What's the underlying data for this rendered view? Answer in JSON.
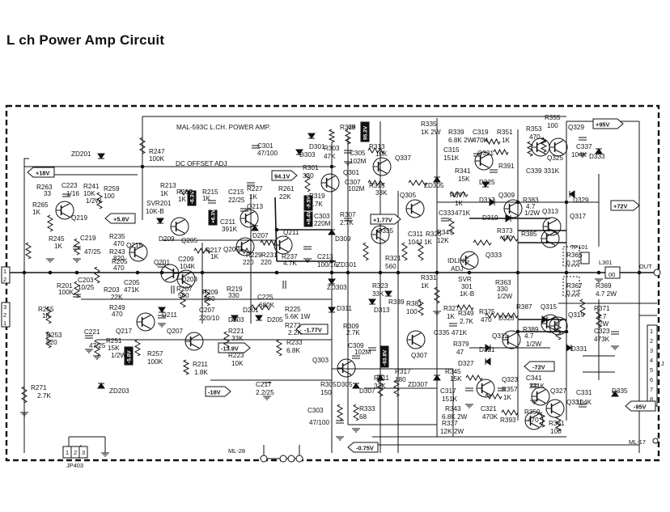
{
  "title": "L ch Power Amp Circuit",
  "colors": {
    "ink": "#111111",
    "paper": "#ffffff"
  },
  "board": {
    "label": "MAL-593C  L.CH. POWER AMP.",
    "section": "DC OFFSET ADJ",
    "idling": [
      "IDLING",
      "ADJ"
    ]
  },
  "connectors": {
    "left_top": [
      "1",
      "2"
    ],
    "left_bottom": [
      "3",
      "2",
      "1"
    ],
    "right": [
      "1",
      "2",
      "3",
      "4",
      "5",
      "6",
      "7",
      "8"
    ],
    "right_letter": "J",
    "jp403_pins": [
      "1",
      "2",
      "3"
    ],
    "jp403_label": "JP403",
    "ml28": "ML-28",
    "ml17": "ML-17",
    "out": "OUT",
    "l301": [
      "L301",
      "00"
    ],
    "tp101": "TP101"
  },
  "voltages": {
    "p18": "+18V",
    "p58": "+5.8V",
    "m58": "-5.8V",
    "p94": "94.1V",
    "p177": "+1.77V",
    "m177": "-1.77V",
    "m139": "-13.9V",
    "m18": "-18V",
    "m938": "-93.8V",
    "p95": "+95V",
    "p72": "+72V",
    "m72": "-72V",
    "m95": "-95V",
    "m075": "-0.75V",
    "p953": "95.3V",
    "p63": "+6.3V",
    "m63": "-6.3V",
    "p84": "+8.4V",
    "m85": "-8.5V"
  },
  "labels": [
    {
      "id": "zd201",
      "text": "ZD201"
    },
    {
      "id": "r247",
      "text": "R247"
    },
    {
      "id": "r247v",
      "text": "100K"
    },
    {
      "id": "r263",
      "text": "R263"
    },
    {
      "id": "r263v",
      "text": "33"
    },
    {
      "id": "c223",
      "text": "C223"
    },
    {
      "id": "c223v",
      "text": "1/16"
    },
    {
      "id": "r241",
      "text": "R241"
    },
    {
      "id": "r241v",
      "text": "10K"
    },
    {
      "id": "r241w",
      "text": "1/2W"
    },
    {
      "id": "r259",
      "text": "R259"
    },
    {
      "id": "r259v",
      "text": "100"
    },
    {
      "id": "r265",
      "text": "R265"
    },
    {
      "id": "r265v",
      "text": "1K"
    },
    {
      "id": "q219",
      "text": "Q219"
    },
    {
      "id": "r245",
      "text": "R245"
    },
    {
      "id": "r245v",
      "text": "1K"
    },
    {
      "id": "c219",
      "text": "C219"
    },
    {
      "id": "c219v",
      "text": "47/25"
    },
    {
      "id": "r235",
      "text": "R235"
    },
    {
      "id": "r235v",
      "text": "470"
    },
    {
      "id": "r243",
      "text": "R243"
    },
    {
      "id": "r243v",
      "text": "820"
    },
    {
      "id": "q215",
      "text": "Q215"
    },
    {
      "id": "r205",
      "text": "R205"
    },
    {
      "id": "r205v",
      "text": "470"
    },
    {
      "id": "r201",
      "text": "R201"
    },
    {
      "id": "r201v",
      "text": "100K"
    },
    {
      "id": "c203",
      "text": "C203"
    },
    {
      "id": "c203v",
      "text": "10/25"
    },
    {
      "id": "r203",
      "text": "R203"
    },
    {
      "id": "r203v",
      "text": "22K"
    },
    {
      "id": "c205",
      "text": "C205"
    },
    {
      "id": "c205v",
      "text": "471K"
    },
    {
      "id": "r255",
      "text": "R255"
    },
    {
      "id": "r255v",
      "text": "1K"
    },
    {
      "id": "r249",
      "text": "R249"
    },
    {
      "id": "r249v",
      "text": "470"
    },
    {
      "id": "q217",
      "text": "Q217"
    },
    {
      "id": "d211",
      "text": "D211"
    },
    {
      "id": "r253",
      "text": "R253"
    },
    {
      "id": "r253v",
      "text": "820"
    },
    {
      "id": "c221",
      "text": "C221"
    },
    {
      "id": "c221v",
      "text": "47/25"
    },
    {
      "id": "r251",
      "text": "R251"
    },
    {
      "id": "r251v",
      "text": "15K"
    },
    {
      "id": "r251w",
      "text": "1/2W"
    },
    {
      "id": "r257",
      "text": "R257"
    },
    {
      "id": "r257v",
      "text": "100K"
    },
    {
      "id": "r271",
      "text": "R271"
    },
    {
      "id": "r271v",
      "text": "2.7K"
    },
    {
      "id": "zd203",
      "text": "ZD203"
    },
    {
      "id": "r213",
      "text": "R213"
    },
    {
      "id": "r213v",
      "text": "1K"
    },
    {
      "id": "r269",
      "text": "R269"
    },
    {
      "id": "r269v",
      "text": "1K"
    },
    {
      "id": "svr201",
      "text": "SVR201"
    },
    {
      "id": "svr201v",
      "text": "10K-B"
    },
    {
      "id": "r215",
      "text": "R215"
    },
    {
      "id": "r215v",
      "text": "1K"
    },
    {
      "id": "c215",
      "text": "C215"
    },
    {
      "id": "c215v",
      "text": "22/25"
    },
    {
      "id": "r227",
      "text": "R227"
    },
    {
      "id": "r227v",
      "text": "1K"
    },
    {
      "id": "r261",
      "text": "R261"
    },
    {
      "id": "r261v",
      "text": "22K"
    },
    {
      "id": "q213",
      "text": "Q213"
    },
    {
      "id": "d209",
      "text": "D209"
    },
    {
      "id": "q205",
      "text": "Q205"
    },
    {
      "id": "c211",
      "text": "C211"
    },
    {
      "id": "c211v",
      "text": "391K"
    },
    {
      "id": "d207",
      "text": "D207"
    },
    {
      "id": "q211",
      "text": "Q211"
    },
    {
      "id": "q209",
      "text": "Q209"
    },
    {
      "id": "r229",
      "text": "R229"
    },
    {
      "id": "r229v",
      "text": "220"
    },
    {
      "id": "r231",
      "text": "R231"
    },
    {
      "id": "r231v",
      "text": "220"
    },
    {
      "id": "r237",
      "text": "R237"
    },
    {
      "id": "r237v",
      "text": "4.7K"
    },
    {
      "id": "q201",
      "text": "Q201"
    },
    {
      "id": "c209",
      "text": "C209"
    },
    {
      "id": "c209v",
      "text": "104K"
    },
    {
      "id": "r217",
      "text": "R217"
    },
    {
      "id": "r217v",
      "text": "1K"
    },
    {
      "id": "q203",
      "text": "Q203"
    },
    {
      "id": "r207",
      "text": "R207"
    },
    {
      "id": "r207v",
      "text": "560"
    },
    {
      "id": "r209",
      "text": "R209"
    },
    {
      "id": "r209v",
      "text": "560"
    },
    {
      "id": "r219",
      "text": "R219"
    },
    {
      "id": "r219v",
      "text": "330"
    },
    {
      "id": "c225",
      "text": "C225"
    },
    {
      "id": "c225v",
      "text": "680K"
    },
    {
      "id": "c207",
      "text": "C207"
    },
    {
      "id": "c207v",
      "text": "220/10"
    },
    {
      "id": "d203",
      "text": "D203"
    },
    {
      "id": "d201",
      "text": "D201"
    },
    {
      "id": "d205",
      "text": "D205"
    },
    {
      "id": "r221",
      "text": "R221"
    },
    {
      "id": "r221v",
      "text": "33K"
    },
    {
      "id": "q207",
      "text": "Q207"
    },
    {
      "id": "r223",
      "text": "R223"
    },
    {
      "id": "r223v",
      "text": "10K"
    },
    {
      "id": "r211",
      "text": "R211"
    },
    {
      "id": "r211v",
      "text": "1.8K"
    },
    {
      "id": "r225",
      "text": "R225"
    },
    {
      "id": "r225v",
      "text": "5.6K 1W"
    },
    {
      "id": "r273",
      "text": "R273"
    },
    {
      "id": "r273v",
      "text": "2.2K"
    },
    {
      "id": "r233",
      "text": "R233"
    },
    {
      "id": "r233v",
      "text": "6.8K"
    },
    {
      "id": "c217",
      "text": "C217"
    },
    {
      "id": "c217v",
      "text": "2.2/25"
    },
    {
      "id": "c213",
      "text": "C213"
    },
    {
      "id": "c213v",
      "text": "100/16"
    },
    {
      "id": "c301",
      "text": "C301"
    },
    {
      "id": "c301v",
      "text": "47/100"
    },
    {
      "id": "d303",
      "text": "D303"
    },
    {
      "id": "d301",
      "text": "D301"
    },
    {
      "id": "r303",
      "text": "R303"
    },
    {
      "id": "r303v",
      "text": "47K"
    },
    {
      "id": "r329",
      "text": "R329"
    },
    {
      "id": "r329v",
      "text": "68"
    },
    {
      "id": "c305",
      "text": "C305"
    },
    {
      "id": "c305v",
      "text": "102M"
    },
    {
      "id": "r301",
      "text": "R301"
    },
    {
      "id": "r301v",
      "text": "330"
    },
    {
      "id": "q301",
      "text": "Q301"
    },
    {
      "id": "c307",
      "text": "C307"
    },
    {
      "id": "c307v",
      "text": "102M"
    },
    {
      "id": "r313",
      "text": "R313"
    },
    {
      "id": "r313v",
      "text": "10K"
    },
    {
      "id": "q337",
      "text": "Q337"
    },
    {
      "id": "r315",
      "text": "R315"
    },
    {
      "id": "r315v",
      "text": "33K"
    },
    {
      "id": "r319",
      "text": "R319"
    },
    {
      "id": "r319v",
      "text": "4.7K"
    },
    {
      "id": "r307",
      "text": "R307"
    },
    {
      "id": "r307v",
      "text": "2.7K"
    },
    {
      "id": "c303",
      "text": "C303"
    },
    {
      "id": "c303v",
      "text": "220M"
    },
    {
      "id": "d309",
      "text": "D309"
    },
    {
      "id": "q335",
      "text": "Q335"
    },
    {
      "id": "zd301",
      "text": "ZD301"
    },
    {
      "id": "zd303",
      "text": "ZD303"
    },
    {
      "id": "d311",
      "text": "D311"
    },
    {
      "id": "r321",
      "text": "R321"
    },
    {
      "id": "r321v",
      "text": "560"
    },
    {
      "id": "r323",
      "text": "R323"
    },
    {
      "id": "r323v",
      "text": "33K"
    },
    {
      "id": "d313",
      "text": "D313"
    },
    {
      "id": "r339b",
      "text": "R339"
    },
    {
      "id": "r309",
      "text": "R309"
    },
    {
      "id": "r309v",
      "text": "2.7K"
    },
    {
      "id": "c309",
      "text": "C309"
    },
    {
      "id": "c309v",
      "text": "102M"
    },
    {
      "id": "q303",
      "text": "Q303"
    },
    {
      "id": "r305",
      "text": "R305"
    },
    {
      "id": "r305v",
      "text": "150"
    },
    {
      "id": "d305",
      "text": "D305"
    },
    {
      "id": "d307",
      "text": "D307"
    },
    {
      "id": "r317",
      "text": "R317"
    },
    {
      "id": "r317v",
      "text": "180"
    },
    {
      "id": "r311",
      "text": "R311"
    },
    {
      "id": "r311v",
      "text": "33K"
    },
    {
      "id": "c303b",
      "text": "C303"
    },
    {
      "id": "c303bv",
      "text": "47/100"
    },
    {
      "id": "r333",
      "text": "R333"
    },
    {
      "id": "r333v",
      "text": "68"
    },
    {
      "id": "q307",
      "text": "Q307"
    },
    {
      "id": "zd307",
      "text": "ZD307"
    },
    {
      "id": "r335",
      "text": "R335"
    },
    {
      "id": "r335v",
      "text": "1K 2W"
    },
    {
      "id": "zd305",
      "text": "ZD305"
    },
    {
      "id": "q305",
      "text": "Q305"
    },
    {
      "id": "r339",
      "text": "R339"
    },
    {
      "id": "r339v",
      "text": "6.8K 2W"
    },
    {
      "id": "c319",
      "text": "C319"
    },
    {
      "id": "c319v",
      "text": "470K"
    },
    {
      "id": "r351",
      "text": "R351"
    },
    {
      "id": "r351v",
      "text": "1K"
    },
    {
      "id": "c315",
      "text": "C315"
    },
    {
      "id": "c315v",
      "text": "151K"
    },
    {
      "id": "q321",
      "text": "Q321"
    },
    {
      "id": "r341",
      "text": "R341"
    },
    {
      "id": "r341v",
      "text": "15K"
    },
    {
      "id": "d325",
      "text": "D325"
    },
    {
      "id": "r391",
      "text": "R391"
    },
    {
      "id": "r353",
      "text": "R353"
    },
    {
      "id": "r353v",
      "text": "470"
    },
    {
      "id": "r355",
      "text": "R355"
    },
    {
      "id": "r355v",
      "text": "100"
    },
    {
      "id": "q329",
      "text": "Q329"
    },
    {
      "id": "q325",
      "text": "Q325"
    },
    {
      "id": "c337",
      "text": "C337"
    },
    {
      "id": "c337v",
      "text": "104K"
    },
    {
      "id": "d333",
      "text": "D333"
    },
    {
      "id": "c339",
      "text": "C339"
    },
    {
      "id": "c339v",
      "text": "331K"
    },
    {
      "id": "r377",
      "text": "R377"
    },
    {
      "id": "r377v",
      "text": "1K"
    },
    {
      "id": "d317",
      "text": "D317"
    },
    {
      "id": "q309",
      "text": "Q309"
    },
    {
      "id": "r383",
      "text": "R383"
    },
    {
      "id": "r383v",
      "text": "4.7"
    },
    {
      "id": "r383w",
      "text": "1/2W"
    },
    {
      "id": "q313",
      "text": "Q313"
    },
    {
      "id": "q317",
      "text": "Q317"
    },
    {
      "id": "d329",
      "text": "D329"
    },
    {
      "id": "c333",
      "text": "C333"
    },
    {
      "id": "c333v",
      "text": "471K"
    },
    {
      "id": "d319",
      "text": "D319"
    },
    {
      "id": "r373",
      "text": "R373"
    },
    {
      "id": "r373v",
      "text": "470"
    },
    {
      "id": "r385",
      "text": "R385"
    },
    {
      "id": "r347",
      "text": "R347"
    },
    {
      "id": "r347v",
      "text": "12K"
    },
    {
      "id": "r325",
      "text": "R325"
    },
    {
      "id": "r325v",
      "text": "1K"
    },
    {
      "id": "c311",
      "text": "C311"
    },
    {
      "id": "c311v",
      "text": "104J"
    },
    {
      "id": "q333",
      "text": "Q333"
    },
    {
      "id": "r365",
      "text": "R365"
    },
    {
      "id": "r365v",
      "text": "0.22"
    },
    {
      "id": "r363",
      "text": "R363"
    },
    {
      "id": "r363v",
      "text": "330"
    },
    {
      "id": "r363w",
      "text": "1/2W"
    },
    {
      "id": "r367",
      "text": "R367"
    },
    {
      "id": "r367v",
      "text": "0.22"
    },
    {
      "id": "r369",
      "text": "R369"
    },
    {
      "id": "r369v",
      "text": "4.7 2W"
    },
    {
      "id": "r371",
      "text": "R371"
    },
    {
      "id": "r371v",
      "text": "4.7"
    },
    {
      "id": "r371w",
      "text": "2W"
    },
    {
      "id": "c323",
      "text": "C323"
    },
    {
      "id": "c323v",
      "text": "473K"
    },
    {
      "id": "svr301",
      "text": "SVR"
    },
    {
      "id": "svr301b",
      "text": "301"
    },
    {
      "id": "svr301v",
      "text": "1K-B"
    },
    {
      "id": "r331",
      "text": "R331"
    },
    {
      "id": "r331v",
      "text": "1K"
    },
    {
      "id": "r327",
      "text": "R327"
    },
    {
      "id": "r327v",
      "text": "1K"
    },
    {
      "id": "r381",
      "text": "R381"
    },
    {
      "id": "r381v",
      "text": "100"
    },
    {
      "id": "r349",
      "text": "R349"
    },
    {
      "id": "r349v",
      "text": "2.7K"
    },
    {
      "id": "r375",
      "text": "R375"
    },
    {
      "id": "r375v",
      "text": "470"
    },
    {
      "id": "d323",
      "text": "D323"
    },
    {
      "id": "q319",
      "text": "Q319"
    },
    {
      "id": "r387",
      "text": "R387"
    },
    {
      "id": "q315",
      "text": "Q315"
    },
    {
      "id": "c335",
      "text": "C335"
    },
    {
      "id": "c335v",
      "text": "471K"
    },
    {
      "id": "q311",
      "text": "Q311"
    },
    {
      "id": "r389",
      "text": "R389"
    },
    {
      "id": "r389v",
      "text": "4.7"
    },
    {
      "id": "r389w",
      "text": "1/2W"
    },
    {
      "id": "r379",
      "text": "R379"
    },
    {
      "id": "r379v",
      "text": "47"
    },
    {
      "id": "d321",
      "text": "D321"
    },
    {
      "id": "d331",
      "text": "D331"
    },
    {
      "id": "d327",
      "text": "D327"
    },
    {
      "id": "r345",
      "text": "R345"
    },
    {
      "id": "r345v",
      "text": "15K"
    },
    {
      "id": "c341",
      "text": "C341"
    },
    {
      "id": "c341v",
      "text": "331K"
    },
    {
      "id": "q323",
      "text": "Q323"
    },
    {
      "id": "r357",
      "text": "R357"
    },
    {
      "id": "r357v",
      "text": "1K"
    },
    {
      "id": "c317",
      "text": "C317"
    },
    {
      "id": "c317v",
      "text": "151K"
    },
    {
      "id": "r343",
      "text": "R343"
    },
    {
      "id": "r343v",
      "text": "6.8K 2W"
    },
    {
      "id": "c321",
      "text": "C321"
    },
    {
      "id": "c321v",
      "text": "470K"
    },
    {
      "id": "q327",
      "text": "Q327"
    },
    {
      "id": "q331",
      "text": "Q331"
    },
    {
      "id": "r337",
      "text": "R337"
    },
    {
      "id": "r337v",
      "text": "12K 2W"
    },
    {
      "id": "r393",
      "text": "R393"
    },
    {
      "id": "r359",
      "text": "R359"
    },
    {
      "id": "r359v",
      "text": "470"
    },
    {
      "id": "r361",
      "text": "R361"
    },
    {
      "id": "r361v",
      "text": "100"
    },
    {
      "id": "c331",
      "text": "C331"
    },
    {
      "id": "c331v",
      "text": "104K"
    },
    {
      "id": "d335",
      "text": "D335"
    }
  ]
}
